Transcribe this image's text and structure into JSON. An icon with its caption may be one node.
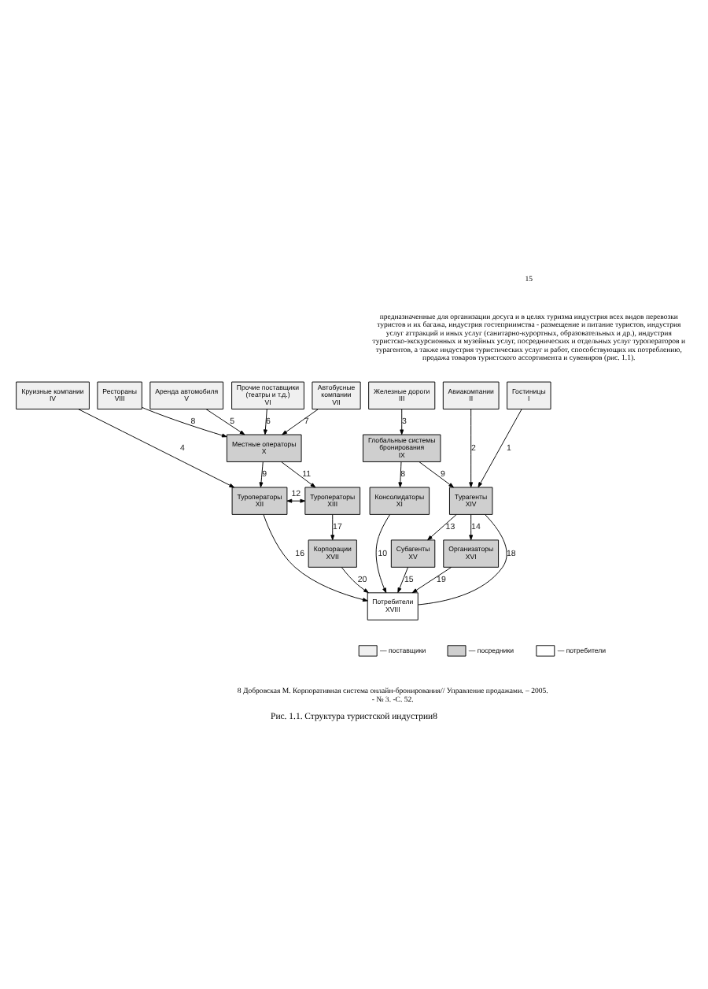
{
  "diagram": {
    "caption": "Рис. 1.1. Структура туристской индустрии8",
    "nodes": [
      {
        "text": [
          "Гостиницы",
          "I"
        ]
      },
      {
        "text": [
          "Авиакомпании",
          "II"
        ]
      },
      {
        "text": [
          "Железные дороги",
          "III"
        ]
      },
      {
        "text": [
          "Круизные компании",
          "IV"
        ]
      },
      {
        "text": [
          "Аренда автомобиля",
          "V"
        ]
      },
      {
        "text": [
          "Прочие поставщики (театры и т.д.)",
          "VI"
        ]
      },
      {
        "text": [
          "Автобусные компании",
          "VII"
        ]
      },
      {
        "text": [
          "Рестораны",
          "VIII"
        ]
      },
      {
        "text": [
          "Глобальные системы бронирования",
          "IX"
        ]
      },
      {
        "text": [
          "Местные операторы",
          "X"
        ]
      },
      {
        "text": [
          "Консолидаторы",
          "XI"
        ]
      },
      {
        "text": [
          "Туроператоры",
          "XII"
        ]
      },
      {
        "text": [
          "Туроператоры",
          "XIII"
        ]
      },
      {
        "text": [
          "Турагенты",
          "XIV"
        ]
      },
      {
        "text": [
          "Субагенты",
          "XV"
        ]
      },
      {
        "text": [
          "Организаторы",
          "XVI"
        ]
      },
      {
        "text": [
          "Корпорации",
          "XVII"
        ]
      },
      {
        "text": [
          "Потребители",
          "XVIII"
        ]
      }
    ],
    "edges": [
      {
        "from": 0,
        "to": 13,
        "arrow": "to",
        "label": "1"
      },
      {
        "from": 1,
        "to": 13,
        "arrow": "to",
        "label": "2"
      },
      {
        "from": 2,
        "to": 8,
        "arrow": "to",
        "label": "3"
      },
      {
        "from": 3,
        "to": 11,
        "arrow": "to",
        "label": "4"
      },
      {
        "from": 4,
        "to": 9,
        "arrow": "to",
        "label": "5"
      },
      {
        "from": 5,
        "to": 9,
        "arrow": "to",
        "label": "6"
      },
      {
        "from": 6,
        "to": 9,
        "arrow": "to",
        "label": "7"
      },
      {
        "from": 7,
        "to": 9,
        "arrow": "to",
        "label": "8"
      },
      {
        "from": 8,
        "to": 10,
        "arrow": "to",
        "label": "8"
      },
      {
        "from": 8,
        "to": 13,
        "arrow": "to",
        "label": "9"
      },
      {
        "from": 9,
        "to": 11,
        "arrow": "to",
        "label": "9"
      },
      {
        "from": 10,
        "to": 17,
        "arrow": "to",
        "label": "10"
      },
      {
        "from": 9,
        "to": 12,
        "arrow": "to",
        "label": "11"
      },
      {
        "from": 11,
        "to": 12,
        "arrow": "both",
        "label": "12"
      },
      {
        "from": 13,
        "to": 14,
        "arrow": "to",
        "label": "13"
      },
      {
        "from": 13,
        "to": 15,
        "arrow": "to",
        "label": "14"
      },
      {
        "from": 14,
        "to": 17,
        "arrow": "to",
        "label": "15"
      },
      {
        "from": 11,
        "to": 17,
        "arrow": "to",
        "label": "16"
      },
      {
        "from": 12,
        "to": 16,
        "arrow": "to",
        "label": "17"
      },
      {
        "from": 13,
        "to": 17,
        "arrow": "none",
        "label": "18"
      },
      {
        "from": 15,
        "to": 17,
        "arrow": "to",
        "label": "19"
      },
      {
        "from": 16,
        "to": 17,
        "arrow": "to",
        "label": "20"
      }
    ],
    "labels": [
      "15",
      "предназначенные для организации досуга и в целях туризма индустрия всех видов перевозки туристов и их багажа, индустрия гостеприимства - размещение и питание туристов, индустрия услуг аттракций и иных услуг (санитарно-курортных, образовательных и др.), индустрия туристско-экскурсионных и музейных услуг, посреднических и отдельных услуг туроператоров и турагентов, а также индустрия туристических услуг и работ, способствующих их потреблению, продажа товаров туристского ассортимента и сувениров (рис. 1.1).",
      "8 Добровская М. Корпоративная система онлайн-бронирования// Управление продажами. – 2005. - № 3. -С. 52."
    ],
    "legend": [
      {
        "text": "— поставщики",
        "color": "#f0f0f0"
      },
      {
        "text": "— посредники",
        "color": "#cfcfcf"
      },
      {
        "text": "— потребители",
        "color": "#ffffff"
      }
    ]
  }
}
